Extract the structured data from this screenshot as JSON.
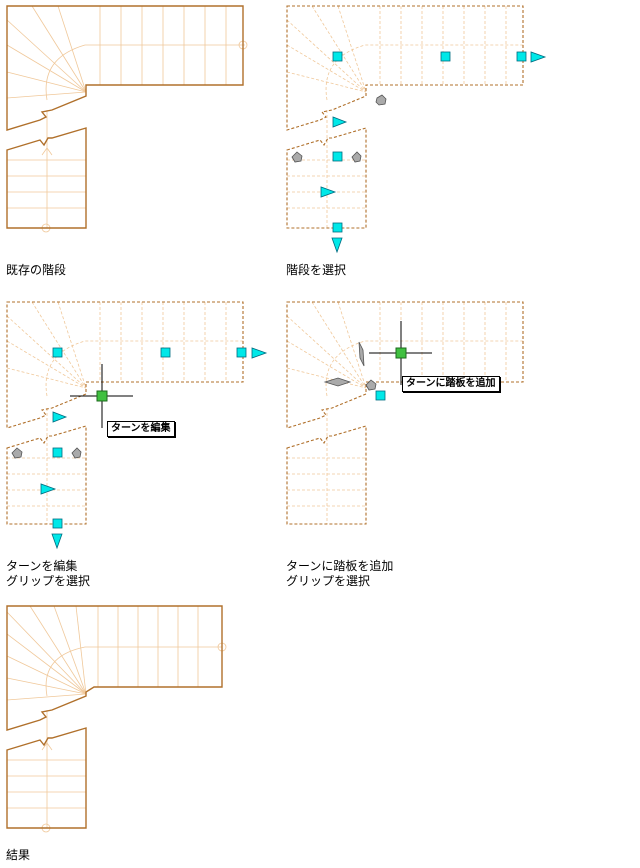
{
  "panels": {
    "existing": {
      "caption": "既存の階段"
    },
    "select": {
      "caption": "階段を選択"
    },
    "edit_turn": {
      "caption_line1": "ターンを編集",
      "caption_line2": "グリップを選択",
      "tooltip": "ターンを編集"
    },
    "add_tread": {
      "caption_line1": "ターンに踏板を追加",
      "caption_line2": "グリップを選択",
      "tooltip": "ターンに踏板を追加"
    },
    "result": {
      "caption": "結果"
    }
  },
  "colors": {
    "stair_outline": "#b0702b",
    "tread_line": "#f0c89a",
    "grip": "#00e8e8",
    "hot_grip": "#40c040",
    "special_grip": "#aaaaaa"
  }
}
